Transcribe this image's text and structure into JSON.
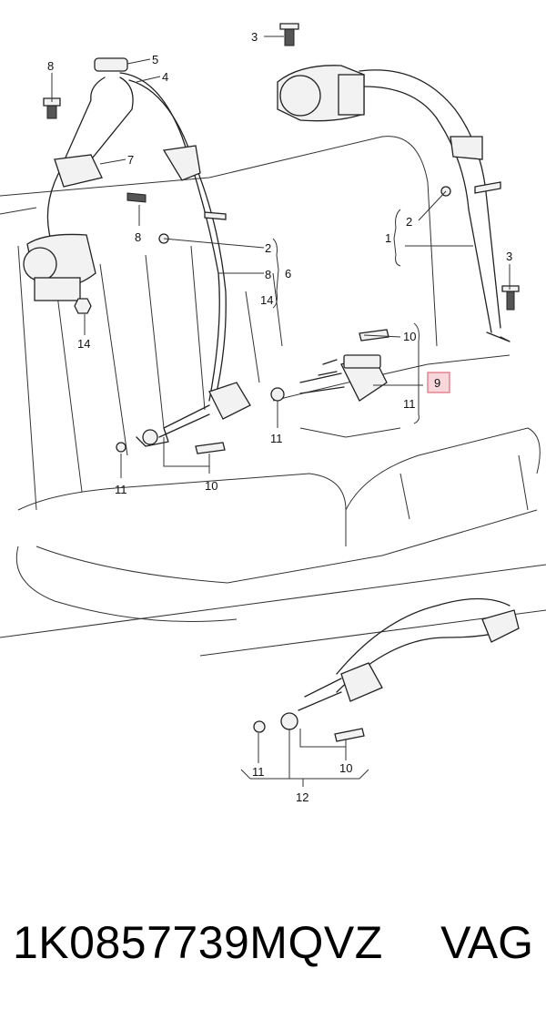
{
  "diagram": {
    "callouts": {
      "c3_top": "3",
      "c5": "5",
      "c4": "4",
      "c8_top": "8",
      "c7": "7",
      "c8_mid": "8",
      "c2_left": "2",
      "c8_group": "8",
      "c14_group": "14",
      "c6": "6",
      "c14": "14",
      "c1": "1",
      "c2_right": "2",
      "c3_right": "3",
      "c10_center": "10",
      "c9": "9",
      "c11_center": "11",
      "c11_left": "11",
      "c10_left": "10",
      "c11_right": "11",
      "c11_lower": "11",
      "c10_lower": "10",
      "c12": "12"
    },
    "highlight_color": "#e06b7c"
  },
  "footer": {
    "part_number": "1K0857739MQVZ",
    "brand": "VAG"
  }
}
